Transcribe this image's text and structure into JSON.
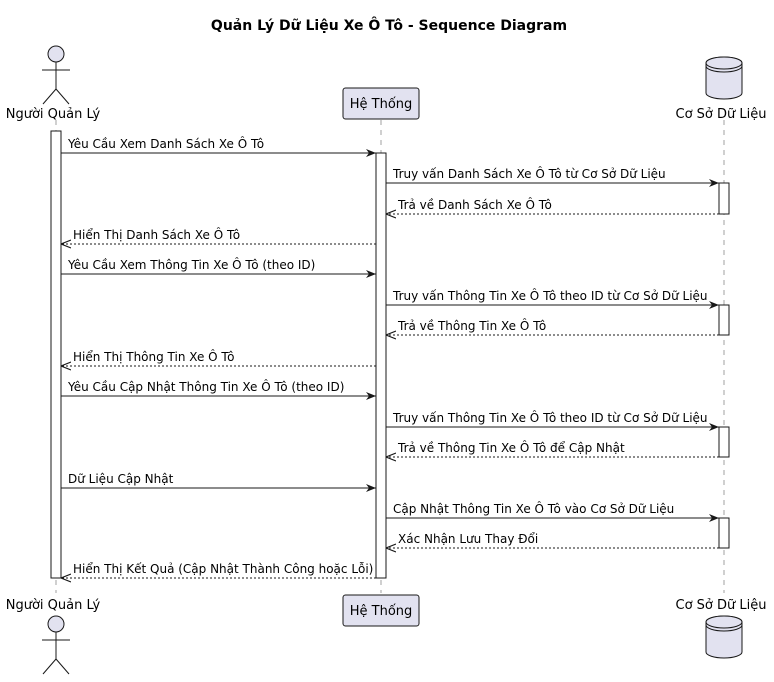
{
  "title": "Quản Lý Dữ Liệu Xe Ô Tô - Sequence Diagram",
  "colors": {
    "participant_fill": "#E2E2F0",
    "line": "#181818",
    "lifeline": "#A0A0A0"
  },
  "participants": [
    {
      "id": "admin",
      "label": "Người Quản Lý",
      "kind": "actor"
    },
    {
      "id": "system",
      "label": "Hệ Thống",
      "kind": "participant"
    },
    {
      "id": "db",
      "label": "Cơ Sở Dữ Liệu",
      "kind": "database"
    }
  ],
  "messages": [
    {
      "from": "admin",
      "to": "system",
      "label": "Yêu Cầu Xem Danh Sách Xe Ô Tô",
      "type": "sync"
    },
    {
      "from": "system",
      "to": "db",
      "label": "Truy vấn Danh Sách Xe Ô Tô từ Cơ Sở Dữ Liệu",
      "type": "sync"
    },
    {
      "from": "db",
      "to": "system",
      "label": "Trả về Danh Sách Xe Ô Tô",
      "type": "return"
    },
    {
      "from": "system",
      "to": "admin",
      "label": "Hiển Thị Danh Sách Xe Ô Tô",
      "type": "return"
    },
    {
      "from": "admin",
      "to": "system",
      "label": "Yêu Cầu Xem Thông Tin Xe Ô Tô (theo ID)",
      "type": "sync"
    },
    {
      "from": "system",
      "to": "db",
      "label": "Truy vấn Thông Tin Xe Ô Tô theo ID từ Cơ Sở Dữ Liệu",
      "type": "sync"
    },
    {
      "from": "db",
      "to": "system",
      "label": "Trả về Thông Tin Xe Ô Tô",
      "type": "return"
    },
    {
      "from": "system",
      "to": "admin",
      "label": "Hiển Thị Thông Tin Xe Ô Tô",
      "type": "return"
    },
    {
      "from": "admin",
      "to": "system",
      "label": "Yêu Cầu Cập Nhật Thông Tin Xe Ô Tô (theo ID)",
      "type": "sync"
    },
    {
      "from": "system",
      "to": "db",
      "label": "Truy vấn Thông Tin Xe Ô Tô theo ID từ Cơ Sở Dữ Liệu",
      "type": "sync"
    },
    {
      "from": "db",
      "to": "system",
      "label": "Trả về Thông Tin Xe Ô Tô để Cập Nhật",
      "type": "return"
    },
    {
      "from": "admin",
      "to": "system",
      "label": "Dữ Liệu Cập Nhật",
      "type": "sync"
    },
    {
      "from": "system",
      "to": "db",
      "label": "Cập Nhật Thông Tin Xe Ô Tô vào Cơ Sở Dữ Liệu",
      "type": "sync"
    },
    {
      "from": "db",
      "to": "system",
      "label": "Xác Nhận Lưu Thay Đổi",
      "type": "return"
    },
    {
      "from": "system",
      "to": "admin",
      "label": "Hiển Thị Kết Quả (Cập Nhật Thành Công hoặc Lỗi)",
      "type": "return"
    }
  ]
}
